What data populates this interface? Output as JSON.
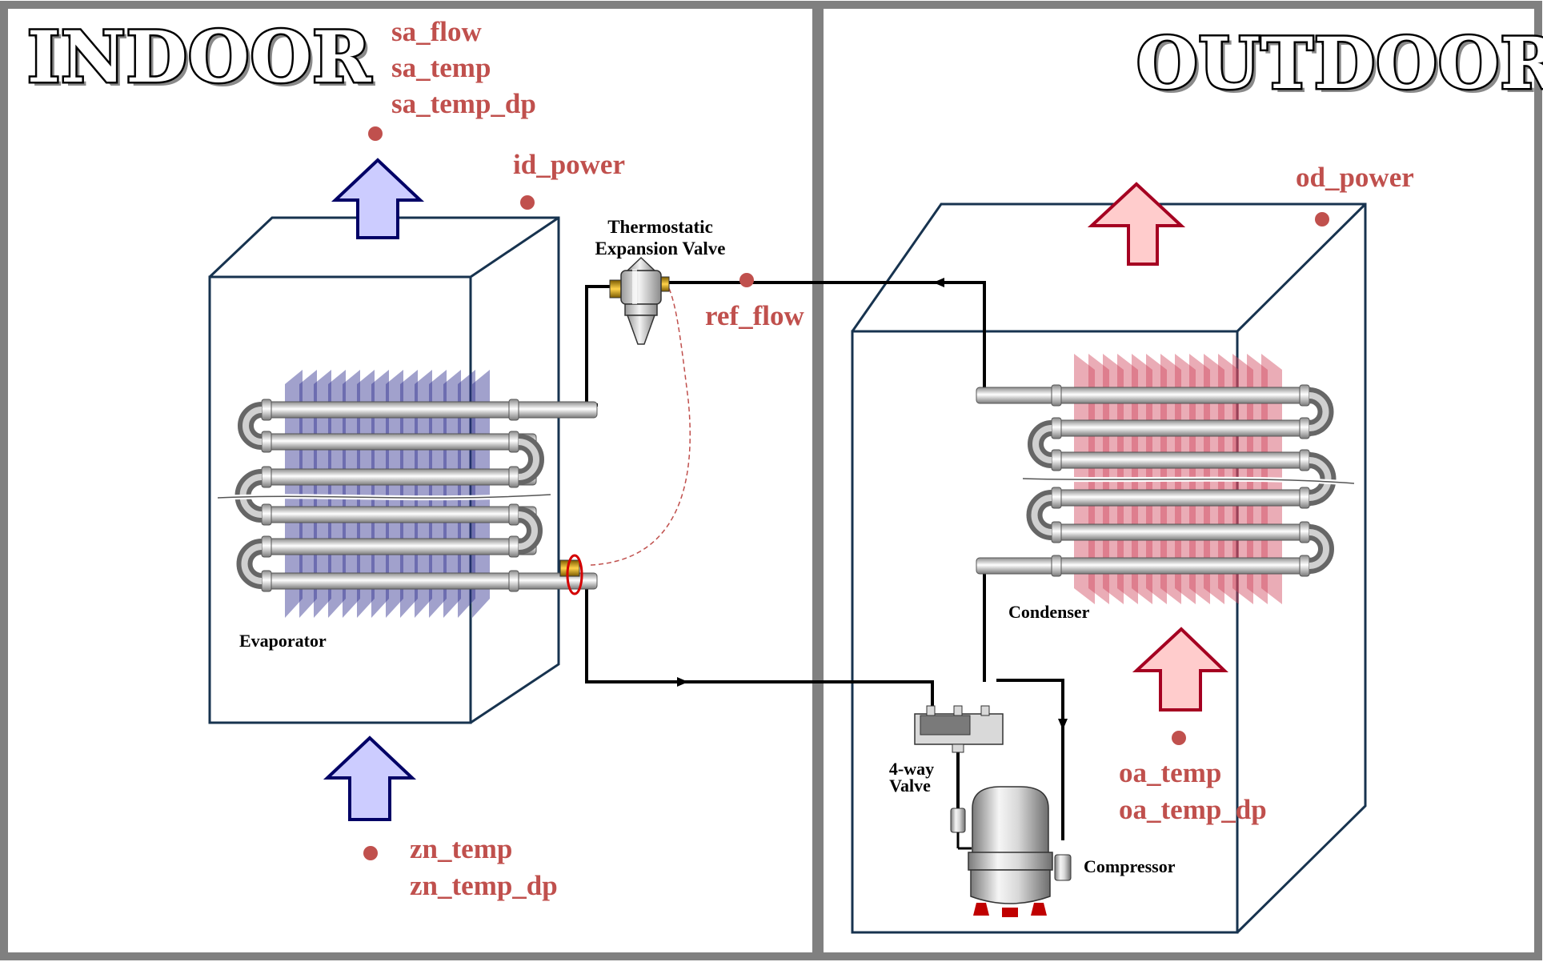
{
  "zones": {
    "indoor": "INDOOR",
    "outdoor": "OUTDOOR"
  },
  "variables": {
    "sa_flow": "sa_flow",
    "sa_temp": "sa_temp",
    "sa_temp_dp": "sa_temp_dp",
    "id_power": "id_power",
    "ref_flow": "ref_flow",
    "od_power": "od_power",
    "zn_temp": "zn_temp",
    "zn_temp_dp": "zn_temp_dp",
    "oa_temp": "oa_temp",
    "oa_temp_dp": "oa_temp_dp"
  },
  "components": {
    "txv_line1": "Thermostatic",
    "txv_line2": "Expansion Valve",
    "evaporator": "Evaporator",
    "condenser": "Condenser",
    "valve_line1": "4-way",
    "valve_line2": "Valve",
    "compressor": "Compressor"
  },
  "colors": {
    "indoor_air": "#ccccff",
    "indoor_air_outline": "#000066",
    "outdoor_air": "#ffcccc",
    "outdoor_air_outline": "#a50021",
    "evaporator_fins": "#2e2e8f",
    "condenser_fins": "#d0485e",
    "sensor_dot": "#c0504d",
    "label_red": "#c0504d",
    "box_outline": "#17334f",
    "panel_border": "#808080"
  }
}
